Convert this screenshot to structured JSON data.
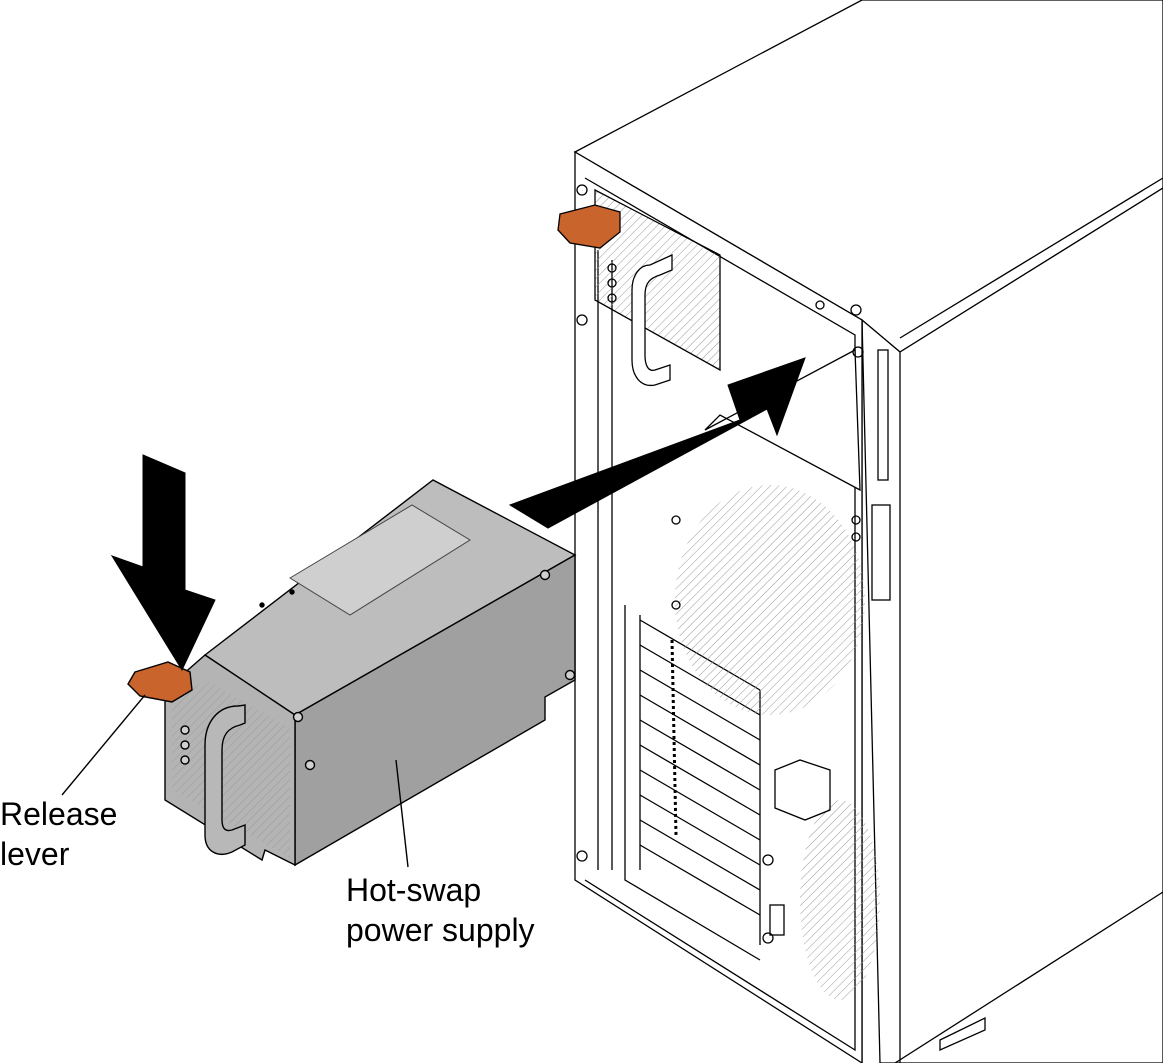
{
  "labels": {
    "release_lever": [
      "Release",
      "lever"
    ],
    "hot_swap_power_supply": [
      "Hot-swap",
      "power supply"
    ]
  },
  "colors": {
    "lever": "#c8642c",
    "arrow": "#000000",
    "psu_body": "#a9a9a9",
    "psu_top": "#bdbdbd",
    "server_outline": "#000000"
  },
  "icons": [
    "insert-direction-arrow",
    "press-down-arrow"
  ]
}
